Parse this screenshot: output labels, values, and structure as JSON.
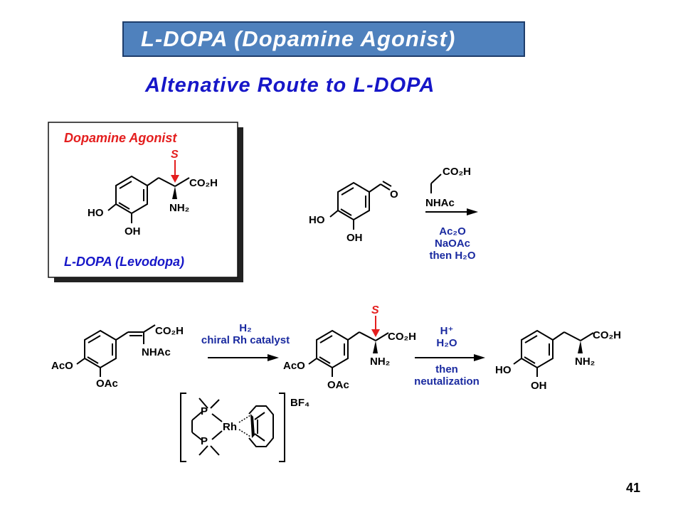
{
  "slide": {
    "title": "L-DOPA (Dopamine Agonist)",
    "subtitle": "Altenative Route to L-DOPA",
    "page_number": "41"
  },
  "box": {
    "heading": "Dopamine Agonist",
    "stereo_label": "S",
    "caption": "L-DOPA (Levodopa)"
  },
  "labels": {
    "HO": "HO",
    "OH": "OH",
    "O": "O",
    "CO2H": "CO₂H",
    "NH2": "NH₂",
    "NHAc": "NHAc",
    "AcO": "AcO",
    "OAc": "OAc",
    "S": "S"
  },
  "reactions": {
    "step1_reagent_top": "CO₂H",
    "step1_reagent_bottom": "NHAc",
    "step1_conditions": [
      "Ac₂O",
      "NaOAc",
      "then H₂O"
    ],
    "step2_conditions": [
      "H₂",
      "chiral Rh catalyst"
    ],
    "step3_conditions": [
      "H⁺",
      "H₂O"
    ],
    "step3_conditions_below": [
      "then",
      "neutalization"
    ]
  },
  "catalyst": {
    "P": "P",
    "Rh": "Rh",
    "counterion": "BF₄"
  },
  "colors": {
    "title_bar": "#4f81bd",
    "subtitle": "#1616c8",
    "label_red": "#e41e1e",
    "conditions_blue": "#1a2aa0"
  }
}
